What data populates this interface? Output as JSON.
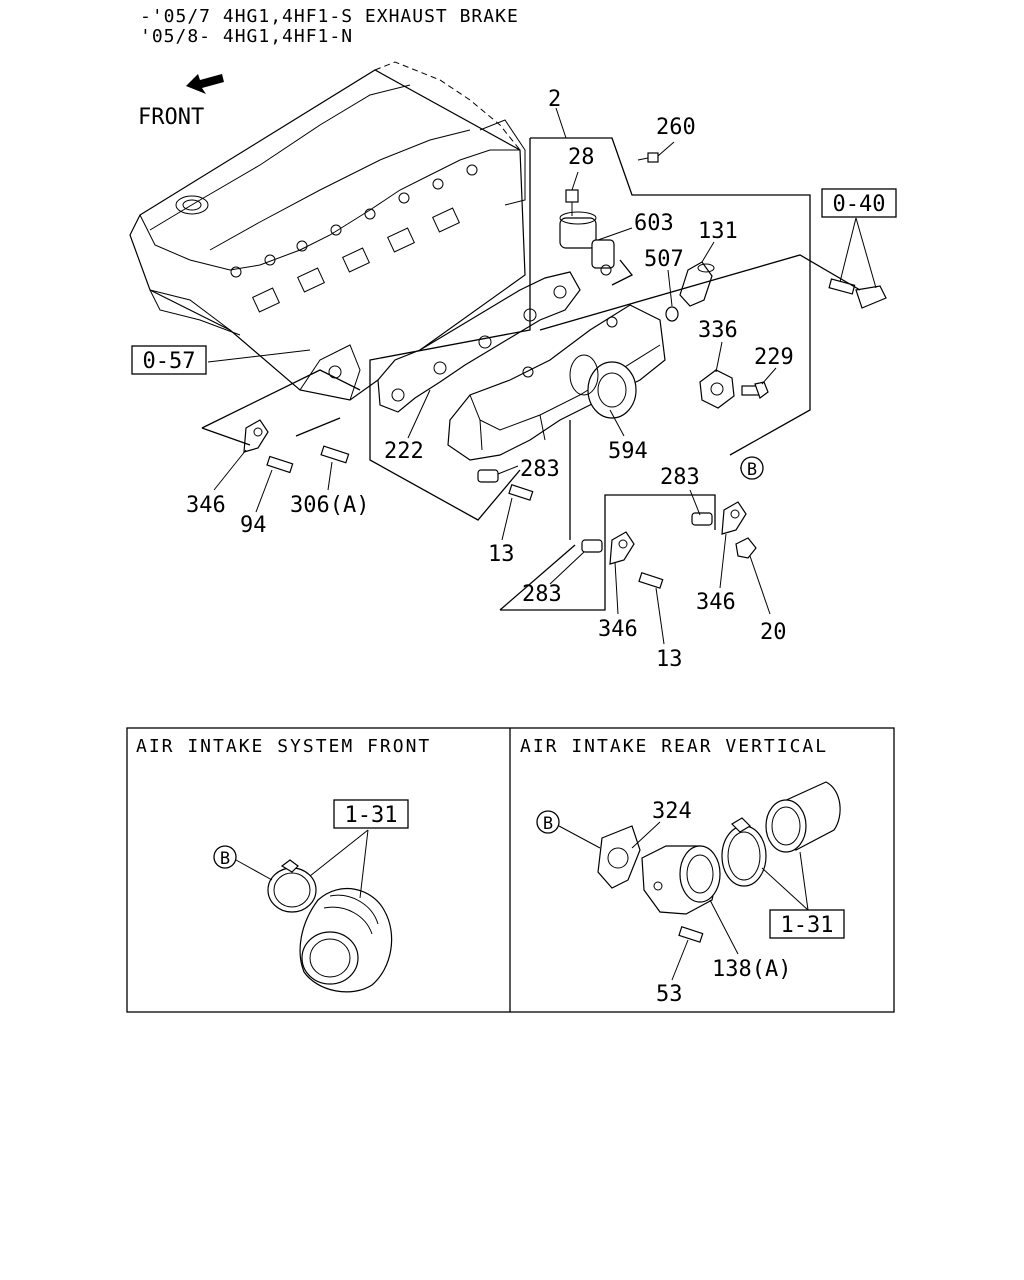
{
  "header": {
    "line1": "-'05/7 4HG1,4HF1-S EXHAUST BRAKE",
    "line2": "'05/8- 4HG1,4HF1-N"
  },
  "front_label": "FRONT",
  "ref_boxes": {
    "r040": "0-40",
    "r057": "0-57",
    "r131_left": "1-31",
    "r131_right": "1-31"
  },
  "callouts": {
    "c2": "2",
    "c260": "260",
    "c28": "28",
    "c603": "603",
    "c131": "131",
    "c507": "507",
    "c336": "336",
    "c229": "229",
    "c222": "222",
    "c594": "594",
    "c283a": "283",
    "c283b": "283",
    "c283c": "283",
    "c346a": "346",
    "c346b": "346",
    "c346c": "346",
    "c94": "94",
    "c306a": "306(A)",
    "c13a": "13",
    "c13b": "13",
    "c20": "20",
    "b_main": "B",
    "b_left": "B",
    "b_right": "B",
    "c324": "324",
    "c138a": "138(A)",
    "c53": "53"
  },
  "insets": {
    "left_title": "AIR INTAKE SYSTEM FRONT",
    "right_title": "AIR INTAKE REAR VERTICAL"
  }
}
